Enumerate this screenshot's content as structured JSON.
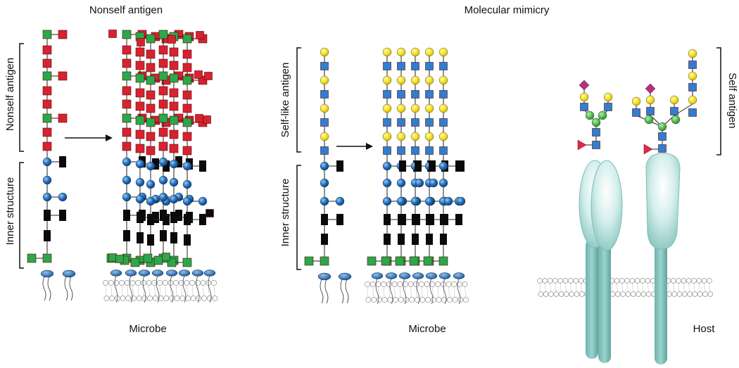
{
  "panels": {
    "left": {
      "title": "Nonself antigen",
      "top_bracket_label": "Nonself antigen",
      "bottom_bracket_label": "Inner structure",
      "bottom_label": "Microbe"
    },
    "middle": {
      "title": "Molecular mimicry",
      "top_bracket_label": "Self-like antigen",
      "bottom_bracket_label": "Inner structure",
      "bottom_label": "Microbe"
    },
    "right": {
      "bracket_label": "Self antigen",
      "bottom_label": "Host"
    }
  },
  "colors": {
    "red_square": "#d7222f",
    "green_square": "#2aa84a",
    "blue_circle": "#1f6fbf",
    "black_rect": "#0a0a0a",
    "yellow_circle": "#f2dd1a",
    "blue_square": "#2f7ed0",
    "green_circle": "#4cb848",
    "magenta_diamond": "#b5307e",
    "red_triangle": "#e0284a",
    "protein_teal": "#8ccbc5",
    "protein_highlight": "#eef9f7",
    "membrane_stroke": "#7a7a7a"
  }
}
